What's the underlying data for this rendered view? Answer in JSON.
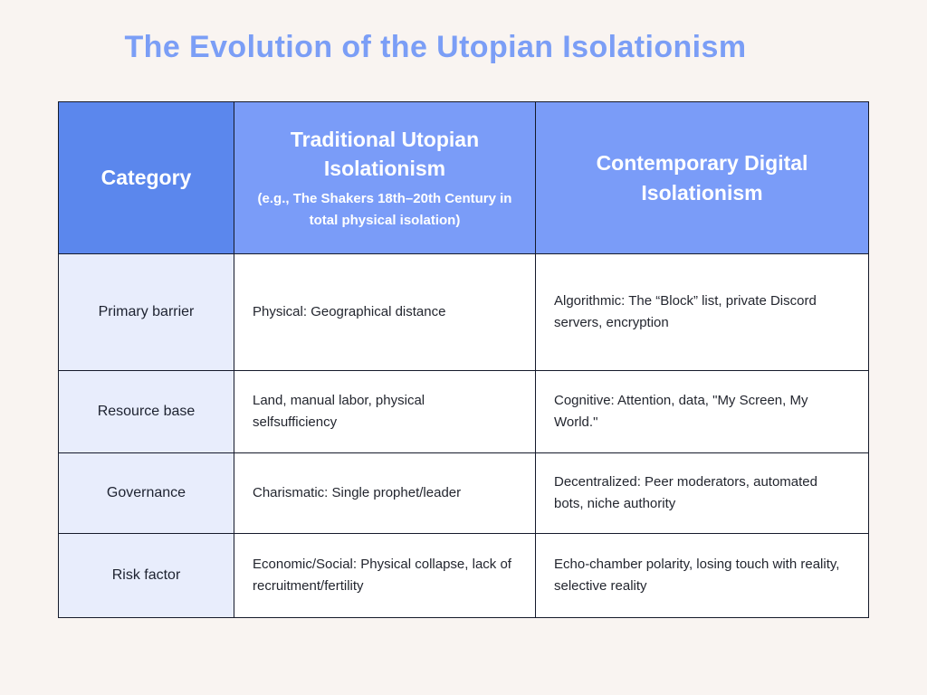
{
  "page": {
    "title": "The Evolution of the Utopian Isolationism",
    "background_color": "#f9f4f1",
    "title_color": "#7b9ef6"
  },
  "table": {
    "colors": {
      "header_category_bg": "#5b87ed",
      "header_columns_bg": "#7a9cf8",
      "header_text": "#ffffff",
      "category_column_bg": "#e8edfc",
      "body_cell_bg": "#ffffff",
      "border": "#151a2b",
      "body_text": "#23262f"
    },
    "header": {
      "category_label": "Category",
      "traditional_title": "Traditional Utopian Isolationism",
      "traditional_subtitle": "(e.g., The Shakers 18th–20th Century in total physical isolation)",
      "contemporary_title": "Contemporary Digital Isolationism"
    },
    "rows": [
      {
        "category": "Primary barrier",
        "traditional": "Physical: Geographical distance",
        "contemporary": "Algorithmic: The “Block” list, private Discord servers, encryption"
      },
      {
        "category": "Resource base",
        "traditional": "Land, manual labor, physical selfsufficiency",
        "contemporary": "Cognitive: Attention, data, \"My Screen, My World.\""
      },
      {
        "category": "Governance",
        "traditional": "Charismatic: Single prophet/leader",
        "contemporary": "Decentralized: Peer moderators, automated bots, niche authority"
      },
      {
        "category": "Risk factor",
        "traditional": "Economic/Social: Physical collapse, lack of recruitment/fertility",
        "contemporary": "Echo-chamber polarity, losing touch with reality, selective reality"
      }
    ]
  }
}
